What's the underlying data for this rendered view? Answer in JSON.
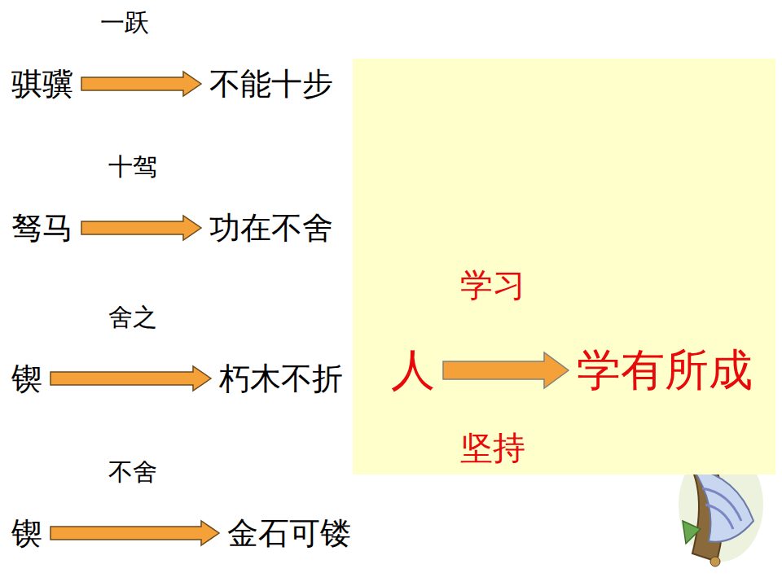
{
  "diagram": {
    "nodes": [
      {
        "text": [
          "骐骥"
        ]
      },
      {
        "text": [
          "不能十步"
        ]
      },
      {
        "text": [
          "驽马"
        ]
      },
      {
        "text": [
          "功在不舍"
        ]
      },
      {
        "text": [
          "锲"
        ]
      },
      {
        "text": [
          "朽木不折"
        ]
      },
      {
        "text": [
          "锲"
        ]
      },
      {
        "text": [
          "金石可镂"
        ]
      },
      {
        "text": [
          "学习",
          "坚持"
        ]
      },
      {
        "text": [
          "人"
        ],
        "in": 8
      },
      {
        "text": [
          "学有所成"
        ],
        "in": 8
      }
    ],
    "edges": [
      {
        "from": 0,
        "to": 1,
        "arrow": "to",
        "label": "一跃"
      },
      {
        "from": 2,
        "to": 3,
        "arrow": "to",
        "label": "十驾"
      },
      {
        "from": 4,
        "to": 5,
        "arrow": "to",
        "label": "舍之"
      },
      {
        "from": 6,
        "to": 7,
        "arrow": "to",
        "label": "不舍"
      },
      {
        "from": 9,
        "to": 10,
        "arrow": "to"
      }
    ]
  }
}
